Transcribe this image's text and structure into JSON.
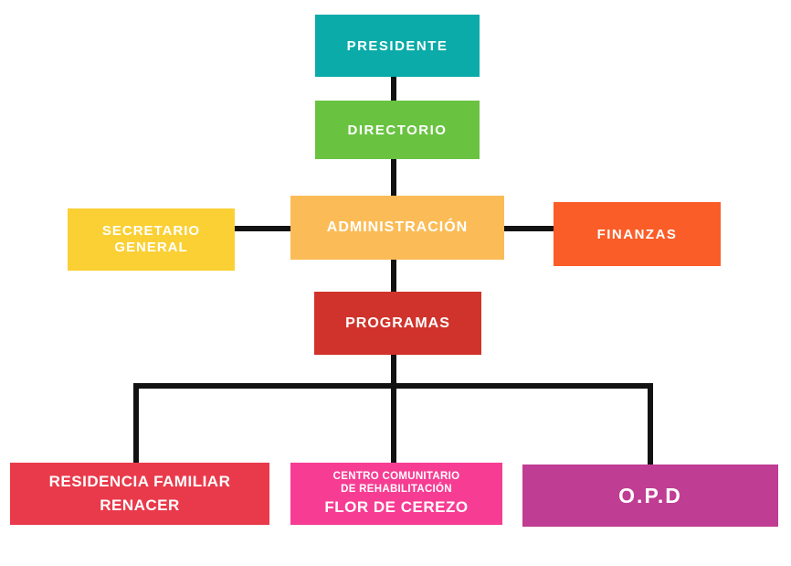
{
  "diagram": {
    "type": "org-chart",
    "background_color": "#ffffff",
    "line_color": "#121212",
    "text_color": "#ffffff",
    "nodes": {
      "presidente": {
        "label": "PRESIDENTE",
        "color": "#0aaba8",
        "parent": null
      },
      "directorio": {
        "label": "DIRECTORIO",
        "color": "#69c341",
        "parent": "presidente"
      },
      "secretario": {
        "label": "SECRETARIO\nGENERAL",
        "color": "#fbd034",
        "linked_to": "administracion"
      },
      "administracion": {
        "label": "ADMINISTRACIÓN",
        "color": "#fbbc57",
        "parent": "directorio"
      },
      "finanzas": {
        "label": "FINANZAS",
        "color": "#fa5d27",
        "linked_to": "administracion"
      },
      "programas": {
        "label": "PROGRAMAS",
        "color": "#d0332b",
        "parent": "administracion"
      },
      "residencia": {
        "label": "RESIDENCIA FAMILIAR\nRENACER",
        "color": "#e93a4b",
        "parent": "programas"
      },
      "centro": {
        "sublabel": "CENTRO COMUNITARIO\nDE REHABILITACIÓN",
        "label": "FLOR DE CEREZO",
        "color": "#f63d93",
        "parent": "programas"
      },
      "opd": {
        "label": "O.P.D",
        "color": "#bf3d93",
        "parent": "programas"
      }
    }
  }
}
